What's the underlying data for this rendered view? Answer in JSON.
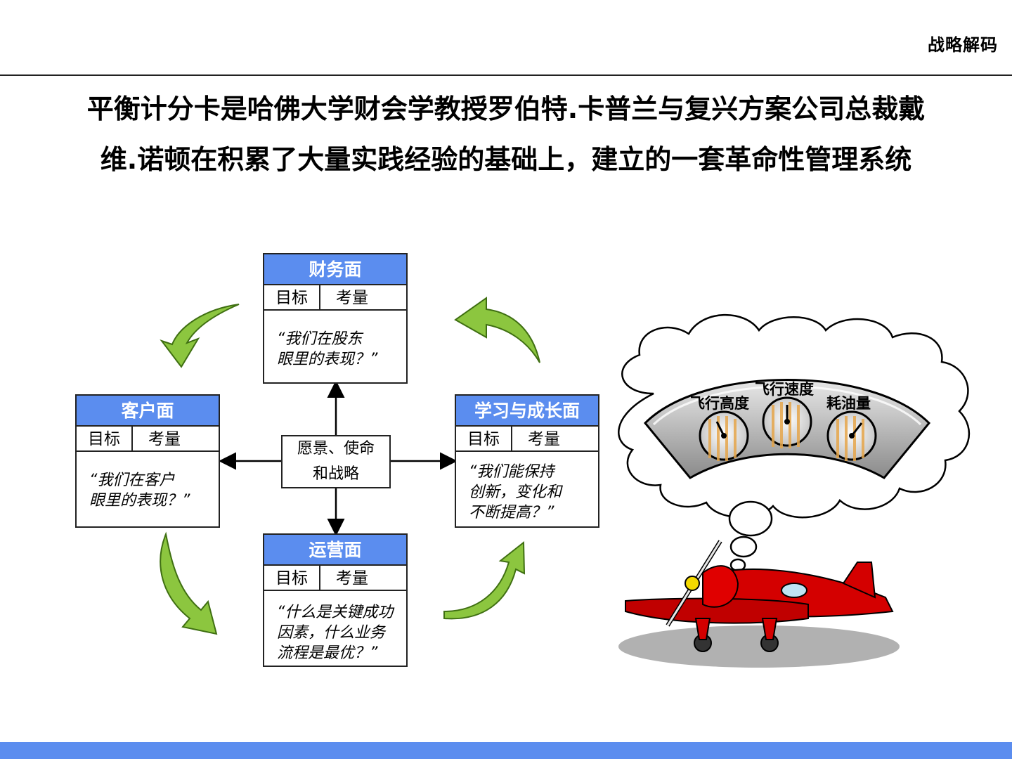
{
  "header": {
    "title": "战略解码"
  },
  "headline": {
    "line1": "平衡计分卡是哈佛大学财会学教授罗伯特.卡普兰与复兴方案公司总裁戴",
    "line2": "维.诺顿在积累了大量实践经验的基础上，建立的一套革命性管理系统"
  },
  "center": {
    "line1": "愿景、使命",
    "line2": "和战略"
  },
  "boxes": {
    "financial": {
      "title": "财务面",
      "col1": "目标",
      "col2": "考量",
      "question": "“我们在股东\n眼里的表现？”"
    },
    "customer": {
      "title": "客户面",
      "col1": "目标",
      "col2": "考量",
      "question": "“我们在客户\n眼里的表现？”"
    },
    "learning": {
      "title": "学习与成长面",
      "col1": "目标",
      "col2": "考量",
      "question": "“我们能保持\n创新，变化和\n不断提高？”"
    },
    "operations": {
      "title": "运营面",
      "col1": "目标",
      "col2": "考量",
      "question": "“什么是关键成功\n因素，什么业务\n流程是最优？”"
    }
  },
  "gauges": {
    "altitude": "飞行高度",
    "speed": "飞行速度",
    "fuel": "耗油量"
  },
  "colors": {
    "accent_blue": "#5b8def",
    "arrow_green": "#8cc63f",
    "plane_red": "#d40000"
  }
}
